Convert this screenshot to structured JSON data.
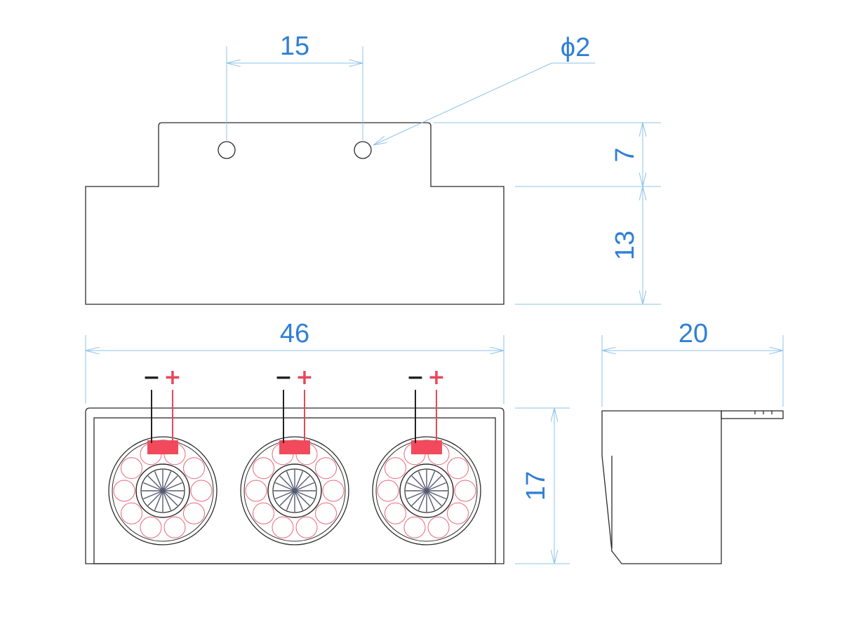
{
  "dimensions": {
    "hole_spacing": "15",
    "hole_diameter": "ϕ2",
    "tab_height": "7",
    "body_height": "13",
    "overall_width": "46",
    "side_depth": "20",
    "front_height": "17"
  },
  "polarity": {
    "negative": "−",
    "positive": "+"
  },
  "colors": {
    "outline": "#2b2b2b",
    "dimension_line": "#8cc3e8",
    "dimension_text": "#2f7fd6",
    "positive_wire": "#e8475a",
    "negative_wire": "#222222",
    "contact_pad": "#f24a5c",
    "cell_ring": "#e8677a",
    "hub_rays": "#555a70"
  },
  "emitters": {
    "count": 3,
    "cells_per_ring": 10,
    "hub_rays": 16
  }
}
